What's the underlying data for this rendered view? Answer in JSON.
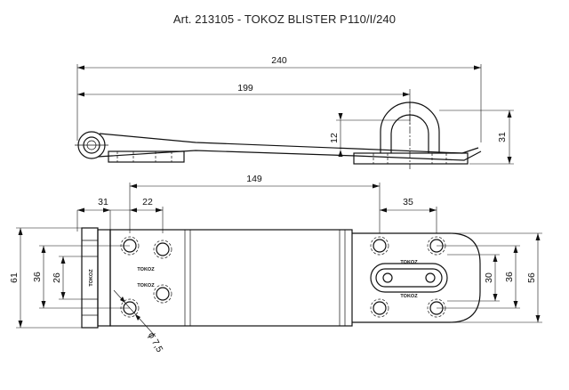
{
  "title": "Art. 213105 - TOKOZ BLISTER P110/I/240",
  "side_view": {
    "dim_total_length": "240",
    "dim_to_eye_center": "199",
    "dim_eye_height": "12",
    "dim_total_height": "31"
  },
  "top_view": {
    "dim_knuckle_width": "31",
    "dim_hole_pitch_left": "22",
    "dim_hole_span": "149",
    "dim_hole_pitch_right": "35",
    "dim_total_width_left": "61",
    "dim_hole_spacing_left": "36",
    "dim_inner_left": "26",
    "dim_slot_width": "30",
    "dim_hole_spacing_right": "36",
    "dim_total_width_right": "56",
    "dim_hole_diameter": "ϕ 7,5",
    "stamp_text": "TOKOZ"
  }
}
